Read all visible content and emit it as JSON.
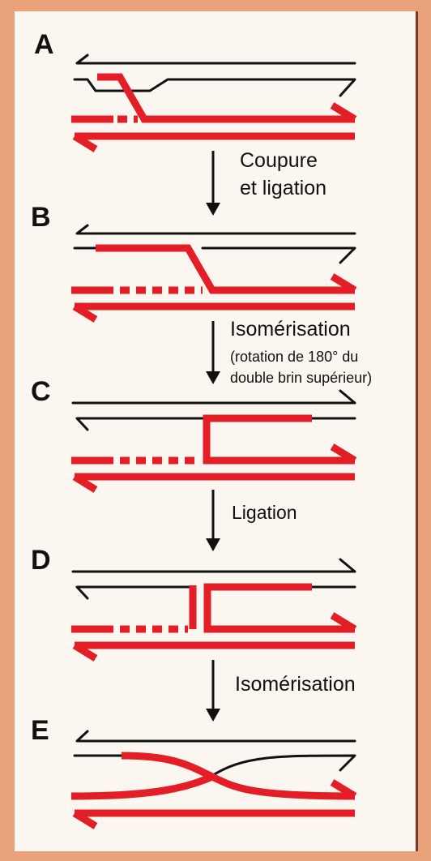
{
  "panels": [
    {
      "letter": "A"
    },
    {
      "letter": "B"
    },
    {
      "letter": "C"
    },
    {
      "letter": "D"
    },
    {
      "letter": "E"
    }
  ],
  "steps": {
    "s1": {
      "line1": "Coupure",
      "line2": "et ligation"
    },
    "s2": {
      "line1": "Isomérisation",
      "line2": "(rotation de 180° du",
      "line3": "double brin supérieur)"
    },
    "s3": {
      "line1": "Ligation"
    },
    "s4": {
      "line1": "Isomérisation"
    }
  },
  "colors": {
    "red": "#e41e26",
    "black": "#111111",
    "paper": "#fbf6ef",
    "border": "#e9a27a"
  }
}
